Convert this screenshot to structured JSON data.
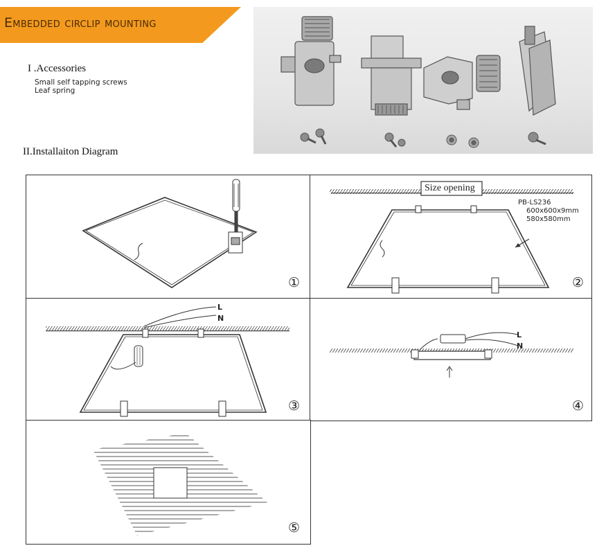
{
  "banner": {
    "title": "Embedded circlip mounting"
  },
  "accessories": {
    "heading": "I .Accessories",
    "items": [
      "Small self tapping screws",
      "Leaf spring"
    ]
  },
  "installation": {
    "heading": "II.Installaiton Diagram"
  },
  "steps": [
    {
      "number": "①"
    },
    {
      "number": "②",
      "size_label": "Size opening",
      "model": "PB-LS236",
      "dims1": "600x600x9mm",
      "dims2": "580x580mm"
    },
    {
      "number": "③",
      "wire_l": "L",
      "wire_n": "N"
    },
    {
      "number": "④",
      "wire_l": "L",
      "wire_n": "N"
    },
    {
      "number": "⑤"
    }
  ],
  "colors": {
    "banner": "#f39a1e",
    "line": "#333333"
  }
}
